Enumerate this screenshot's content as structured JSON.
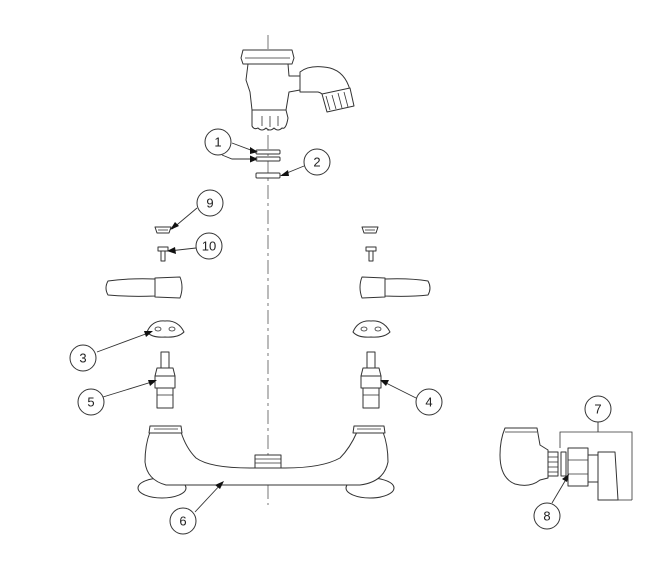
{
  "diagram": {
    "callouts": [
      {
        "id": "callout-1",
        "label": "1"
      },
      {
        "id": "callout-2",
        "label": "2"
      },
      {
        "id": "callout-3",
        "label": "3"
      },
      {
        "id": "callout-4",
        "label": "4"
      },
      {
        "id": "callout-5",
        "label": "5"
      },
      {
        "id": "callout-6",
        "label": "6"
      },
      {
        "id": "callout-7",
        "label": "7"
      },
      {
        "id": "callout-8",
        "label": "8"
      },
      {
        "id": "callout-9",
        "label": "9"
      },
      {
        "id": "callout-10",
        "label": "10"
      }
    ],
    "colors": {
      "line": "#333333",
      "background": "#ffffff"
    }
  }
}
